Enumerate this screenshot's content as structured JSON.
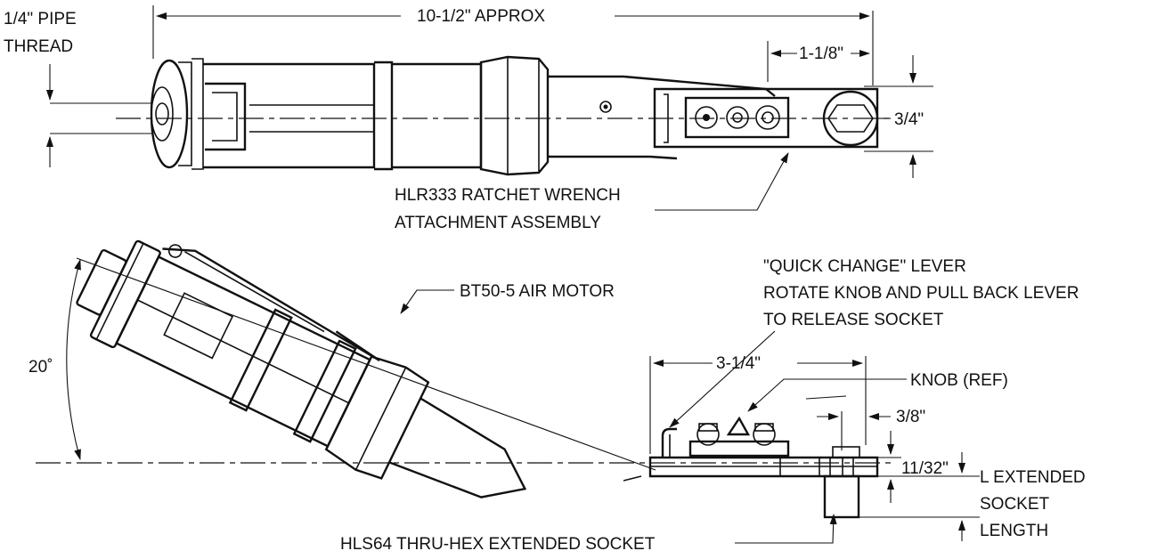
{
  "labels": {
    "pipe_thread_1": "1/4\" PIPE",
    "pipe_thread_2": "THREAD",
    "overall_length": "10-1/2\" APPROX",
    "head_length": "1-1/8\"",
    "head_width": "3/4\"",
    "attachment_1": "HLR333 RATCHET WRENCH",
    "attachment_2": "ATTACHMENT ASSEMBLY",
    "air_motor": "BT50-5 AIR MOTOR",
    "quick_change_1": "\"QUICK CHANGE\" LEVER",
    "quick_change_2": "ROTATE KNOB AND PULL BACK LEVER",
    "quick_change_3": "TO RELEASE SOCKET",
    "angle": "20˚",
    "lever_length": "3-1/4\"",
    "knob": "KNOB (REF)",
    "socket_offset": "3/8\"",
    "plate_thickness": "11/32\"",
    "ext_1": "L EXTENDED",
    "ext_2": "SOCKET",
    "ext_3": "LENGTH",
    "socket": "HLS64 THRU-HEX EXTENDED SOCKET"
  }
}
